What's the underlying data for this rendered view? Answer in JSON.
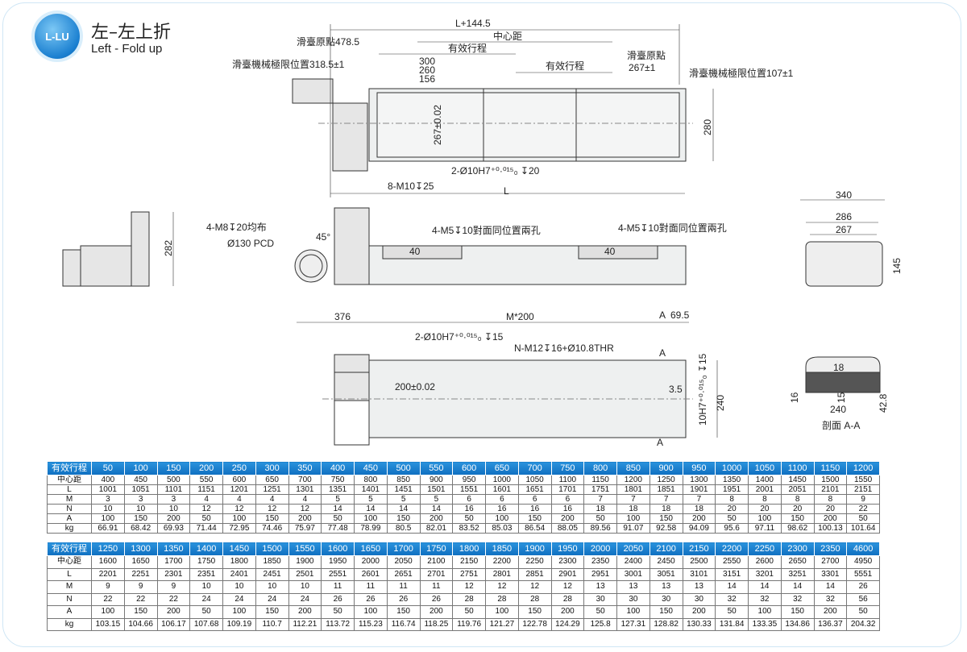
{
  "header": {
    "logo_text": "L-LU",
    "title_cn": "左–左上折",
    "title_en": "Left - Fold up"
  },
  "dims": {
    "total_length": "L+144.5",
    "center_distance": "中心距",
    "home_478": "滑臺原點478.5",
    "stroke1": "有效行程",
    "stroke2": "有效行程",
    "home_right_label": "滑臺原點",
    "home_right_value": "267±1",
    "limit_left": "滑臺機械極限位置318.5±1",
    "limit_right": "滑臺機械極限位置107±1",
    "d300": "300",
    "d260": "260",
    "d156": "156",
    "d267": "267±0.02",
    "d280": "280",
    "pin_holes": "2-Ø10H7⁺⁰·⁰¹⁵₀ ↧20",
    "m10": "8-M10↧25",
    "L": "L",
    "d282": "282",
    "m8": "4-M8↧20均布",
    "pcd": "Ø130 PCD",
    "deg45": "45°",
    "m5_left": "4-M5↧10對面同位置兩孔",
    "m5_right": "4-M5↧10對面同位置兩孔",
    "d40a": "40",
    "d40b": "40",
    "d340": "340",
    "d286": "286",
    "d267b": "267",
    "d145": "145",
    "d376": "376",
    "m200": "M*200",
    "A": "A",
    "d69": "69.5",
    "pin_holes2": "2-Ø10H7⁺⁰·⁰¹⁵₀ ↧15",
    "nm12": "N-M12↧16+Ø10.8THR",
    "sec_a_top": "A",
    "sec_a_bot": "A",
    "d200": "200±0.02",
    "d35": "3.5",
    "d240": "240",
    "h7_15": "10H7⁺⁰·⁰¹⁵₀ ↧15",
    "d18": "18",
    "d16": "16",
    "d15": "15",
    "d240b": "240",
    "d428": "42.8",
    "section": "剖面 A-A"
  },
  "table1": {
    "rows": [
      {
        "label": "有效行程",
        "values": [
          "50",
          "100",
          "150",
          "200",
          "250",
          "300",
          "350",
          "400",
          "450",
          "500",
          "550",
          "600",
          "650",
          "700",
          "750",
          "800",
          "850",
          "900",
          "950",
          "1000",
          "1050",
          "1100",
          "1150",
          "1200"
        ]
      },
      {
        "label": "中心距",
        "values": [
          "400",
          "450",
          "500",
          "550",
          "600",
          "650",
          "700",
          "750",
          "800",
          "850",
          "900",
          "950",
          "1000",
          "1050",
          "1100",
          "1150",
          "1200",
          "1250",
          "1300",
          "1350",
          "1400",
          "1450",
          "1500",
          "1550"
        ]
      },
      {
        "label": "L",
        "values": [
          "1001",
          "1051",
          "1101",
          "1151",
          "1201",
          "1251",
          "1301",
          "1351",
          "1401",
          "1451",
          "1501",
          "1551",
          "1601",
          "1651",
          "1701",
          "1751",
          "1801",
          "1851",
          "1901",
          "1951",
          "2001",
          "2051",
          "2101",
          "2151"
        ]
      },
      {
        "label": "M",
        "values": [
          "3",
          "3",
          "3",
          "4",
          "4",
          "4",
          "4",
          "5",
          "5",
          "5",
          "5",
          "6",
          "6",
          "6",
          "6",
          "7",
          "7",
          "7",
          "7",
          "8",
          "8",
          "8",
          "8",
          "9"
        ]
      },
      {
        "label": "N",
        "values": [
          "10",
          "10",
          "10",
          "12",
          "12",
          "12",
          "12",
          "14",
          "14",
          "14",
          "14",
          "16",
          "16",
          "16",
          "16",
          "18",
          "18",
          "18",
          "18",
          "20",
          "20",
          "20",
          "20",
          "22"
        ]
      },
      {
        "label": "A",
        "values": [
          "100",
          "150",
          "200",
          "50",
          "100",
          "150",
          "200",
          "50",
          "100",
          "150",
          "200",
          "50",
          "100",
          "150",
          "200",
          "50",
          "100",
          "150",
          "200",
          "50",
          "100",
          "150",
          "200",
          "50"
        ]
      },
      {
        "label": "kg",
        "values": [
          "66.91",
          "68.42",
          "69.93",
          "71.44",
          "72.95",
          "74.46",
          "75.97",
          "77.48",
          "78.99",
          "80.5",
          "82.01",
          "83.52",
          "85.03",
          "86.54",
          "88.05",
          "89.56",
          "91.07",
          "92.58",
          "94.09",
          "95.6",
          "97.11",
          "98.62",
          "100.13",
          "101.64"
        ]
      }
    ]
  },
  "table2": {
    "rows": [
      {
        "label": "有效行程",
        "values": [
          "1250",
          "1300",
          "1350",
          "1400",
          "1450",
          "1500",
          "1550",
          "1600",
          "1650",
          "1700",
          "1750",
          "1800",
          "1850",
          "1900",
          "1950",
          "2000",
          "2050",
          "2100",
          "2150",
          "2200",
          "2250",
          "2300",
          "2350",
          "4600"
        ]
      },
      {
        "label": "中心距",
        "values": [
          "1600",
          "1650",
          "1700",
          "1750",
          "1800",
          "1850",
          "1900",
          "1950",
          "2000",
          "2050",
          "2100",
          "2150",
          "2200",
          "2250",
          "2300",
          "2350",
          "2400",
          "2450",
          "2500",
          "2550",
          "2600",
          "2650",
          "2700",
          "4950"
        ]
      },
      {
        "label": "L",
        "values": [
          "2201",
          "2251",
          "2301",
          "2351",
          "2401",
          "2451",
          "2501",
          "2551",
          "2601",
          "2651",
          "2701",
          "2751",
          "2801",
          "2851",
          "2901",
          "2951",
          "3001",
          "3051",
          "3101",
          "3151",
          "3201",
          "3251",
          "3301",
          "5551"
        ]
      },
      {
        "label": "M",
        "values": [
          "9",
          "9",
          "9",
          "10",
          "10",
          "10",
          "10",
          "11",
          "11",
          "11",
          "11",
          "12",
          "12",
          "12",
          "12",
          "13",
          "13",
          "13",
          "13",
          "14",
          "14",
          "14",
          "14",
          "26"
        ]
      },
      {
        "label": "N",
        "values": [
          "22",
          "22",
          "22",
          "24",
          "24",
          "24",
          "24",
          "26",
          "26",
          "26",
          "26",
          "28",
          "28",
          "28",
          "28",
          "30",
          "30",
          "30",
          "30",
          "32",
          "32",
          "32",
          "32",
          "56"
        ]
      },
      {
        "label": "A",
        "values": [
          "100",
          "150",
          "200",
          "50",
          "100",
          "150",
          "200",
          "50",
          "100",
          "150",
          "200",
          "50",
          "100",
          "150",
          "200",
          "50",
          "100",
          "150",
          "200",
          "50",
          "100",
          "150",
          "200",
          "50"
        ]
      },
      {
        "label": "kg",
        "values": [
          "103.15",
          "104.66",
          "106.17",
          "107.68",
          "109.19",
          "110.7",
          "112.21",
          "113.72",
          "115.23",
          "116.74",
          "118.25",
          "119.76",
          "121.27",
          "122.78",
          "124.29",
          "125.8",
          "127.31",
          "128.82",
          "130.33",
          "131.84",
          "133.35",
          "134.86",
          "136.37",
          "204.32"
        ]
      }
    ]
  }
}
